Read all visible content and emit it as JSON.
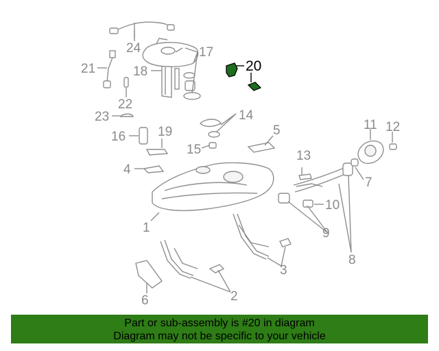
{
  "diagram": {
    "callouts": [
      "1",
      "2",
      "3",
      "4",
      "5",
      "6",
      "7",
      "8",
      "9",
      "10",
      "11",
      "12",
      "13",
      "14",
      "15",
      "16",
      "17",
      "18",
      "19",
      "20",
      "21",
      "22",
      "23",
      "24"
    ],
    "highlight_callout": "20",
    "highlight_color": "#1f6e1f",
    "callout_color": "#8a8a8a"
  },
  "banner": {
    "line1": "Part or sub-assembly is #20 in diagram",
    "line2": "Diagram may not be specific to your vehicle",
    "background": "#2e7d16"
  }
}
